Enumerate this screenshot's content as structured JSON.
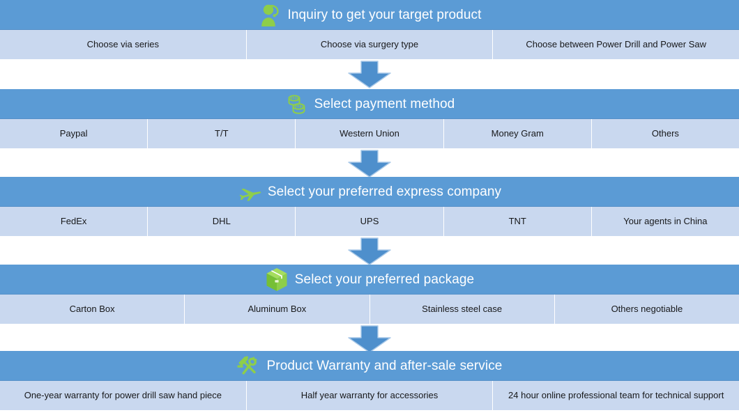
{
  "theme": {
    "header_blue": "#5b9bd5",
    "option_blue": "#c9d8ef",
    "icon_green": "#8ece4a",
    "title_color": "#ffffff",
    "option_text_color": "#17181a",
    "arrow_blue": "#4e8fcc",
    "divider_color": "#ffffff"
  },
  "stages": [
    {
      "id": "inquiry",
      "icon": "customer-service-icon",
      "title": "Inquiry to get your target product",
      "options": [
        "Choose via series",
        "Choose via surgery type",
        "Choose  between Power Drill and Power Saw"
      ]
    },
    {
      "id": "payment",
      "icon": "coins-icon",
      "title": "Select payment method",
      "options": [
        "Paypal",
        "T/T",
        "Western Union",
        "Money Gram",
        "Others"
      ]
    },
    {
      "id": "express",
      "icon": "airplane-icon",
      "title": "Select your preferred express company",
      "options": [
        "FedEx",
        "DHL",
        "UPS",
        "TNT",
        "Your agents in China"
      ]
    },
    {
      "id": "package",
      "icon": "package-box-icon",
      "title": "Select your preferred package",
      "options": [
        "Carton Box",
        "Aluminum Box",
        "Stainless steel case",
        "Others negotiable"
      ]
    },
    {
      "id": "warranty",
      "icon": "hammer-wrench-icon",
      "title": "Product Warranty and after-sale service",
      "options": [
        "One-year warranty for power drill saw hand piece",
        "Half year warranty for accessories",
        "24 hour online professional team for technical support"
      ]
    }
  ],
  "connectors": [
    {
      "id": "connector-1",
      "icon": "arrow-down-icon"
    },
    {
      "id": "connector-2",
      "icon": "arrow-down-icon"
    },
    {
      "id": "connector-3",
      "icon": "arrow-down-icon"
    },
    {
      "id": "connector-4",
      "icon": "arrow-down-icon"
    }
  ]
}
